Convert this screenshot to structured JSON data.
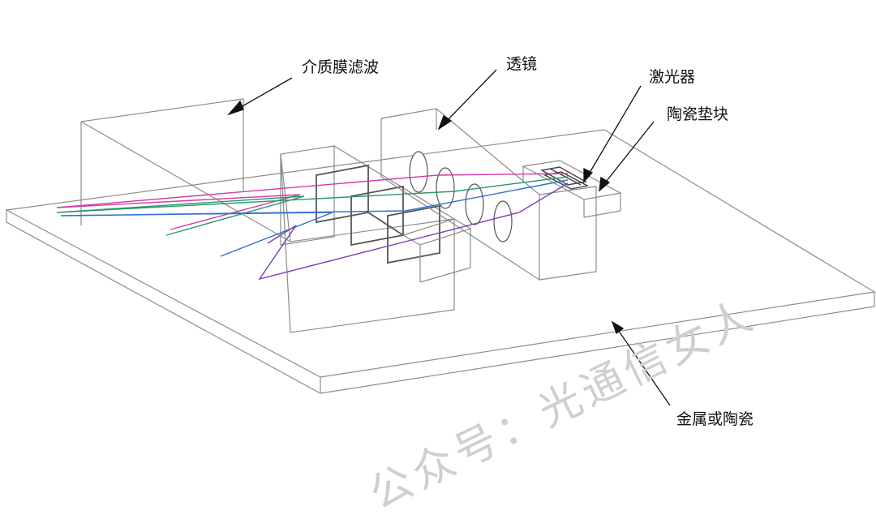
{
  "labels": {
    "dielectric_filter": "介质膜滤波",
    "lens": "透镜",
    "laser": "激光器",
    "ceramic_pad": "陶瓷垫块",
    "base": "金属或陶瓷"
  },
  "watermark": "公众号：光通信女人",
  "colors": {
    "outline": "#8c8c8c",
    "dark_frame": "#555555",
    "beam_magenta": "#d23aa8",
    "beam_green": "#2a9a6a",
    "beam_blue": "#2f6fd0",
    "beam_purple": "#7a3fb5"
  }
}
